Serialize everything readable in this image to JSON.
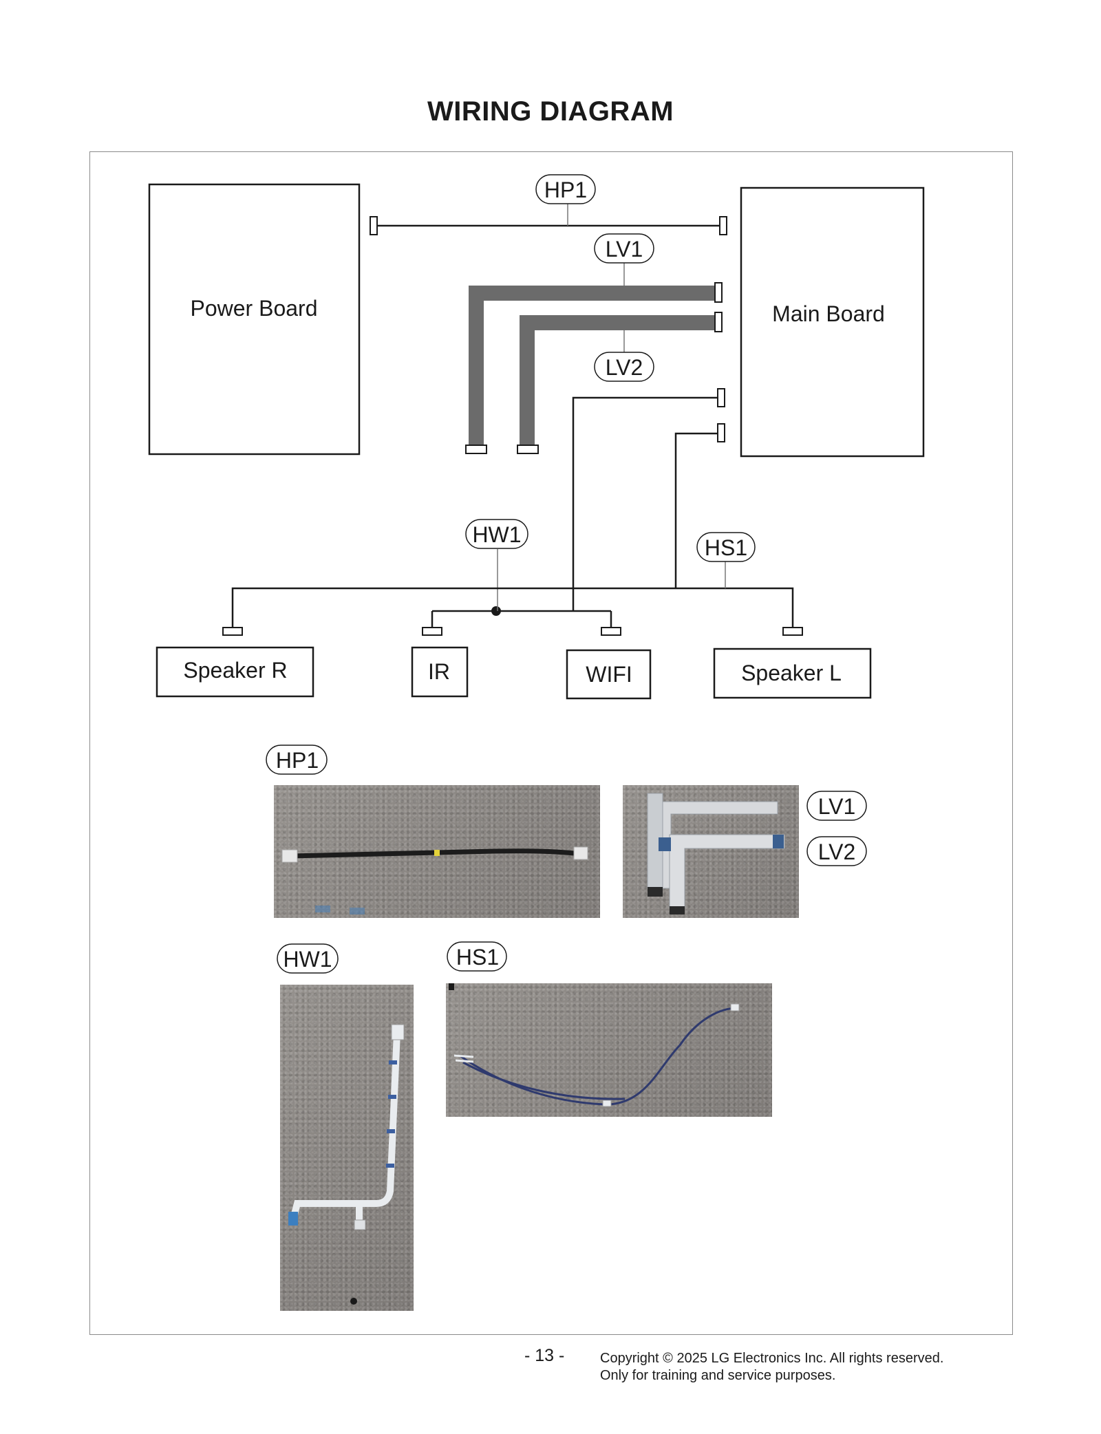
{
  "page": {
    "title": "WIRING DIAGRAM",
    "page_number": "- 13 -",
    "copyright_line1": "Copyright © 2025 LG Electronics Inc. All rights reserved.",
    "copyright_line2": "Only for training and service purposes."
  },
  "diagram": {
    "boards": {
      "power": "Power Board",
      "main": "Main Board"
    },
    "peripherals": {
      "speaker_r": "Speaker R",
      "ir": "IR",
      "wifi": "WIFI",
      "speaker_l": "Speaker L"
    },
    "cable_tags": {
      "hp1": "HP1",
      "lv1": "LV1",
      "lv2": "LV2",
      "hw1": "HW1",
      "hs1": "HS1"
    }
  },
  "photos": {
    "hp1_label": "HP1",
    "lv1_label": "LV1",
    "lv2_label": "LV2",
    "hw1_label": "HW1",
    "hs1_label": "HS1"
  },
  "colors": {
    "lvds_cable": "#6b6b6b",
    "line": "#1a1a1a",
    "frame": "#8a8a8a",
    "carpet": "#8a8683"
  }
}
